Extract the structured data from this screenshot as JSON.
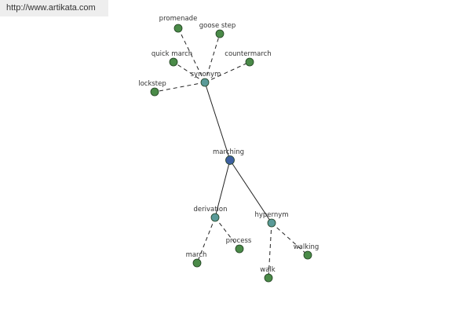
{
  "header": {
    "url": "http://www.artikata.com"
  },
  "colors": {
    "center": "#3d5fa0",
    "relation": "#5a9a98",
    "leaf": "#4a8a48",
    "stroke": "#1f3f1f"
  },
  "graph": {
    "nodes": [
      {
        "id": "marching",
        "label": "marching",
        "kind": "center"
      },
      {
        "id": "synonym",
        "label": "synonym",
        "kind": "relation"
      },
      {
        "id": "derivation",
        "label": "derivation",
        "kind": "relation"
      },
      {
        "id": "hypernym",
        "label": "hypernym",
        "kind": "relation"
      },
      {
        "id": "promenade",
        "label": "promenade",
        "kind": "leaf"
      },
      {
        "id": "goose_step",
        "label": "goose step",
        "kind": "leaf"
      },
      {
        "id": "quick_march",
        "label": "quick march",
        "kind": "leaf"
      },
      {
        "id": "countermarch",
        "label": "countermarch",
        "kind": "leaf"
      },
      {
        "id": "lockstep",
        "label": "lockstep",
        "kind": "leaf"
      },
      {
        "id": "march",
        "label": "march",
        "kind": "leaf"
      },
      {
        "id": "process",
        "label": "process",
        "kind": "leaf"
      },
      {
        "id": "walk",
        "label": "walk",
        "kind": "leaf"
      },
      {
        "id": "walking",
        "label": "walking",
        "kind": "leaf"
      }
    ],
    "edges": [
      {
        "from": "marching",
        "to": "synonym",
        "style": "solid"
      },
      {
        "from": "marching",
        "to": "derivation",
        "style": "solid"
      },
      {
        "from": "marching",
        "to": "hypernym",
        "style": "solid"
      },
      {
        "from": "synonym",
        "to": "promenade",
        "style": "dashed"
      },
      {
        "from": "synonym",
        "to": "goose_step",
        "style": "dashed"
      },
      {
        "from": "synonym",
        "to": "quick_march",
        "style": "dashed"
      },
      {
        "from": "synonym",
        "to": "countermarch",
        "style": "dashed"
      },
      {
        "from": "synonym",
        "to": "lockstep",
        "style": "dashed"
      },
      {
        "from": "derivation",
        "to": "march",
        "style": "dashed"
      },
      {
        "from": "derivation",
        "to": "process",
        "style": "dashed"
      },
      {
        "from": "hypernym",
        "to": "walk",
        "style": "dashed"
      },
      {
        "from": "hypernym",
        "to": "walking",
        "style": "dashed"
      }
    ]
  }
}
